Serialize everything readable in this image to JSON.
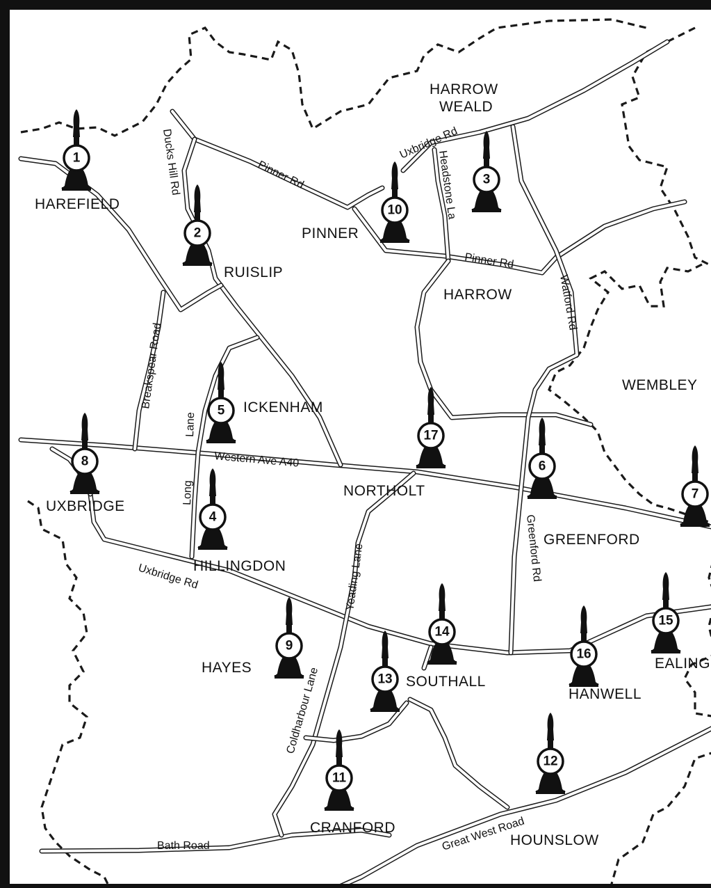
{
  "places": {
    "harrow_weald_1": "HARROW",
    "harrow_weald_2": "WEALD",
    "harefield": "HAREFIELD",
    "pinner": "PINNER",
    "ruislip": "RUISLIP",
    "harrow": "HARROW",
    "wembley": "WEMBLEY",
    "ickenham": "ICKENHAM",
    "northolt": "NORTHOLT",
    "uxbridge": "UXBRIDGE",
    "greenford": "GREENFORD",
    "hillingdon": "HILLINGDON",
    "hayes": "HAYES",
    "southall": "SOUTHALL",
    "ealing": "EALING",
    "hanwell": "HANWELL",
    "cranford": "CRANFORD",
    "hounslow": "HOUNSLOW"
  },
  "roads": {
    "uxbridge_rd_north": "Uxbridge Rd",
    "ducks_hill_rd": "Ducks Hill Rd",
    "pinner_rd_west": "Pinner Rd",
    "headstone_la": "Headstone La",
    "pinner_rd_east": "Pinner Rd",
    "watford_rd": "Watford Rd",
    "breakspear_road": "Breakspear Road",
    "long_lane_north": "Lane",
    "long_lane_south": "Long",
    "western_ave": "Western Ave A40",
    "greenford_rd": "Greenford Rd",
    "yeading_lane": "Yeading Lane",
    "uxbridge_rd_south": "Uxbridge Rd",
    "coldharbour_lane": "Coldharbour Lane",
    "great_west_road": "Great West Road",
    "bath_road": "Bath Road"
  },
  "markers": [
    "1",
    "2",
    "3",
    "4",
    "5",
    "6",
    "7",
    "8",
    "9",
    "10",
    "11",
    "12",
    "13",
    "14",
    "15",
    "16",
    "17"
  ]
}
